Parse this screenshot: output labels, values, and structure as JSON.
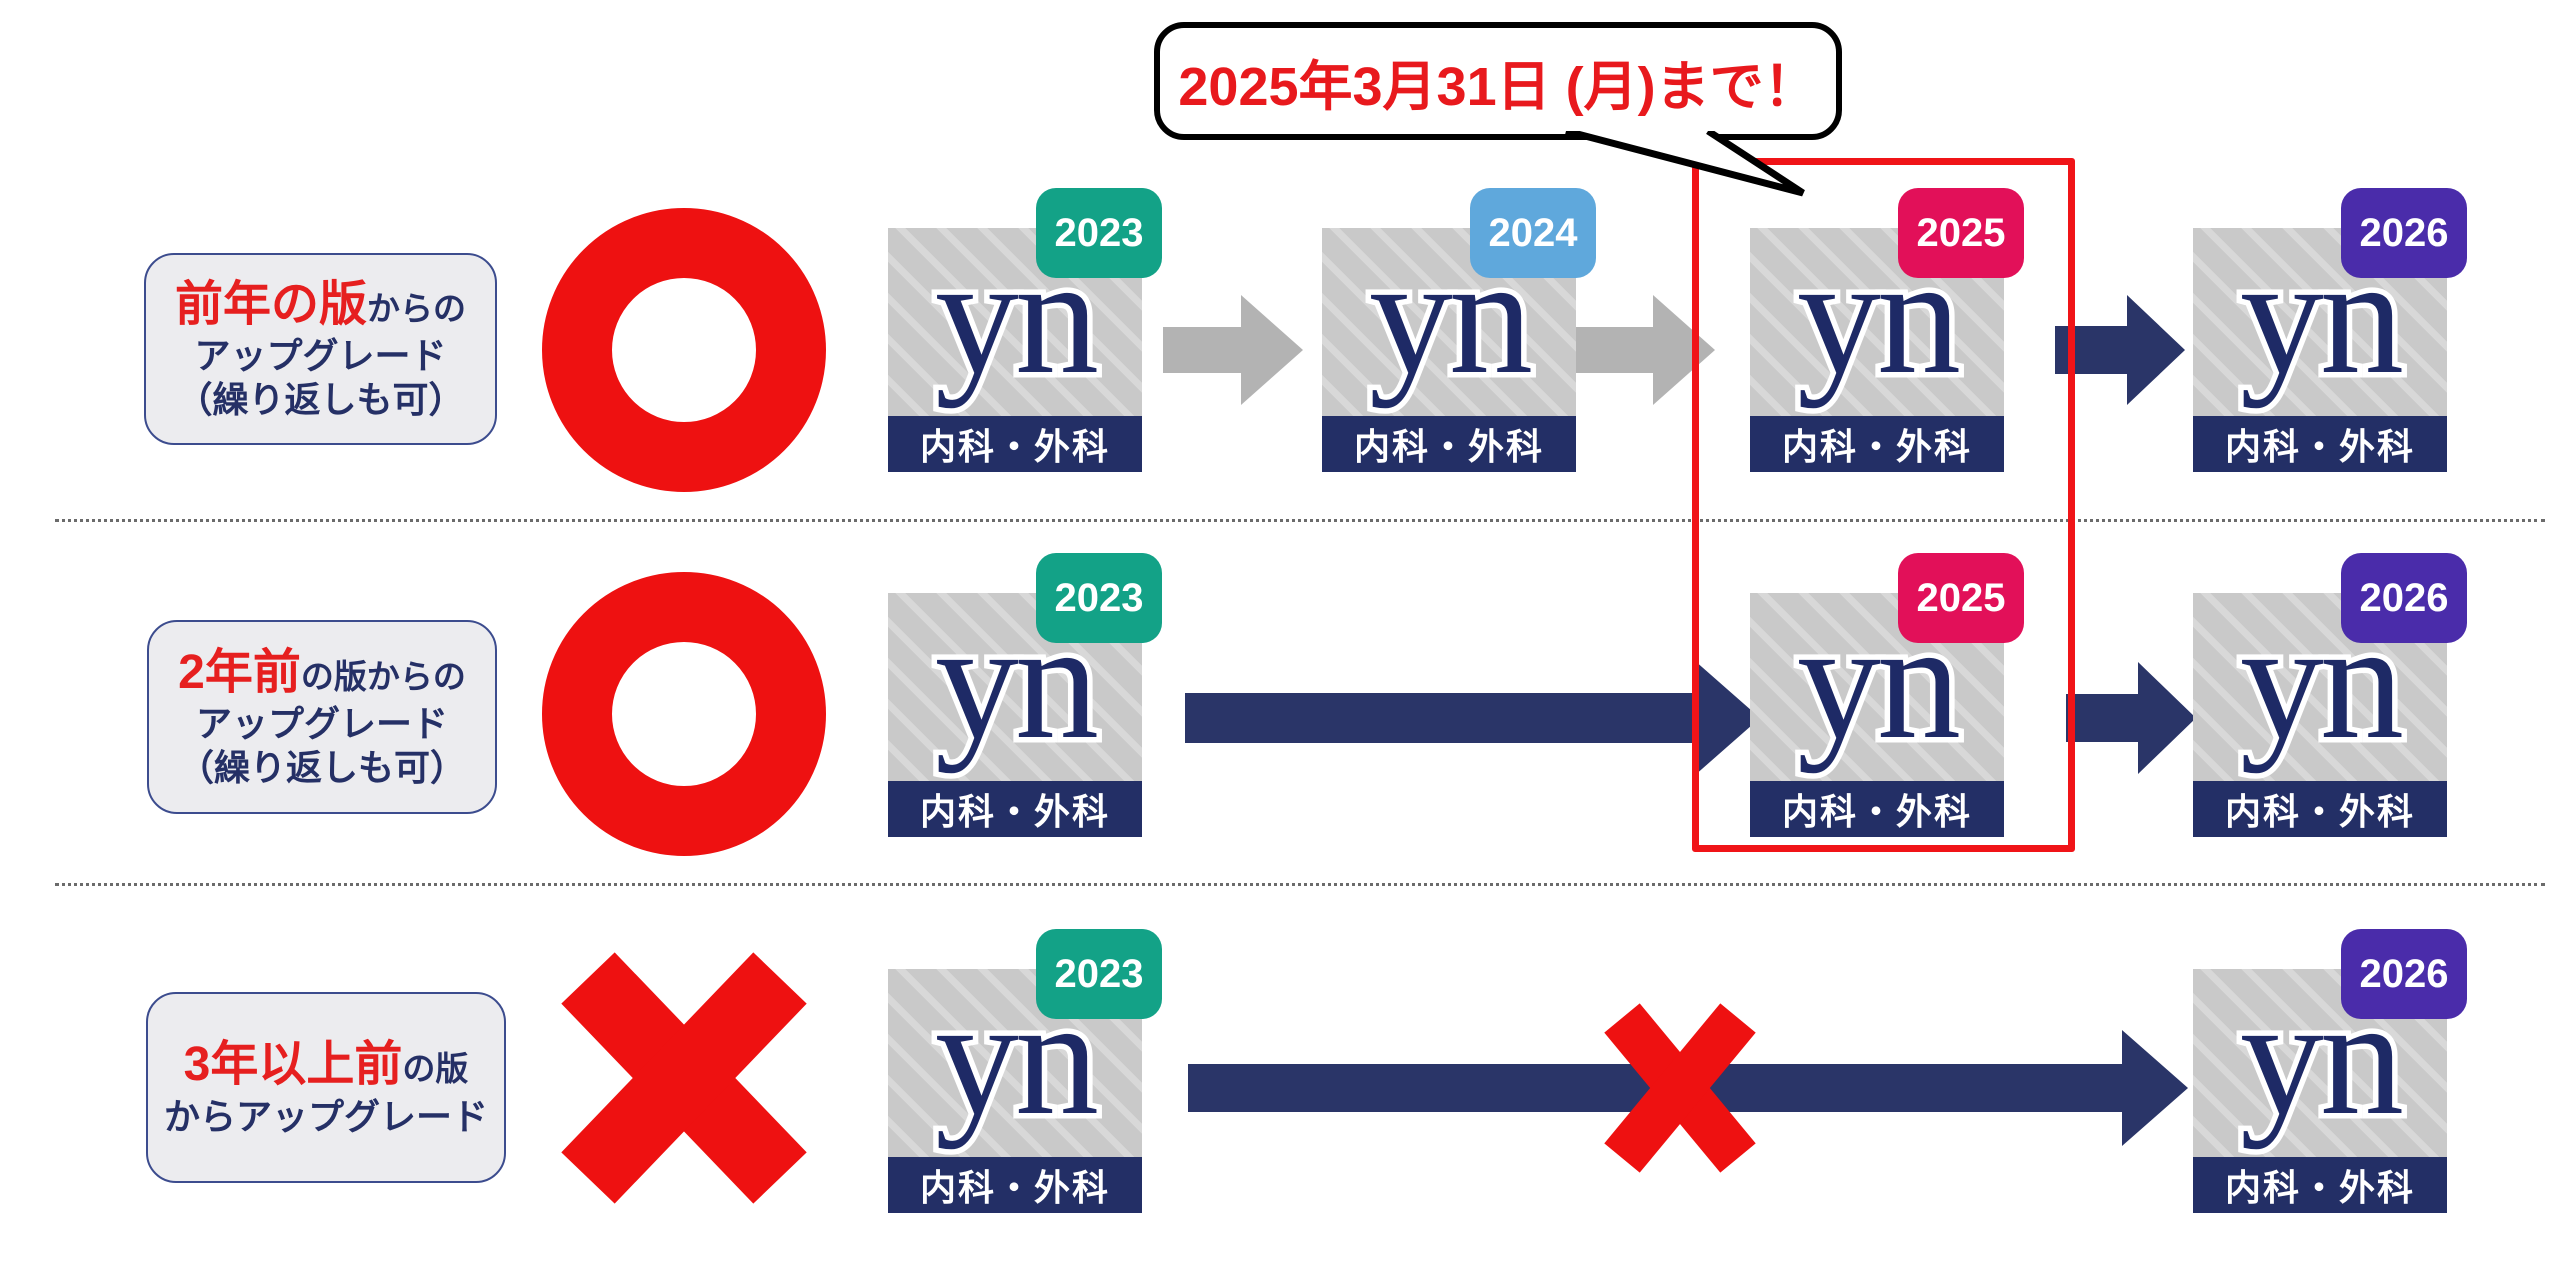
{
  "callout": {
    "text": "2025年3月31日 (月)まで！"
  },
  "product": {
    "logo": "yn",
    "subtitle": "内科・外科"
  },
  "colors": {
    "badge_2023": "#13a287",
    "badge_2024": "#5fa8dc",
    "badge_2025": "#e21059",
    "badge_2026": "#4a2caa",
    "navy": "#232f66",
    "arrow_navy": "#2a3568",
    "arrow_gray": "#b3b3b3",
    "mark_red": "#ee1111",
    "highlight_border": "#f01418",
    "label_red": "#e61f1f",
    "label_navy": "#253066"
  },
  "rows": [
    {
      "label_highlight": "前年の版",
      "label_rest": "からの",
      "label_line2": "アップグレード",
      "label_line3": "（繰り返しも可）",
      "verdict": "ok",
      "path_years": [
        "2023",
        "2024",
        "2025",
        "2026"
      ]
    },
    {
      "label_highlight": "2年前",
      "label_rest": "の版からの",
      "label_line2": "アップグレード",
      "label_line3": "（繰り返しも可）",
      "verdict": "ok",
      "path_years": [
        "2023",
        "2025",
        "2026"
      ]
    },
    {
      "label_highlight": "3年以上前",
      "label_rest": "の版",
      "label_line2": "からアップグレード",
      "verdict": "ng",
      "path_years": [
        "2023",
        "2026"
      ]
    }
  ],
  "boxes": [
    {
      "year": "2023",
      "badge_color": "#13a287"
    },
    {
      "year": "2024",
      "badge_color": "#5fa8dc"
    },
    {
      "year": "2025",
      "badge_color": "#e21059"
    },
    {
      "year": "2026",
      "badge_color": "#4a2caa"
    },
    {
      "year": "2023",
      "badge_color": "#13a287"
    },
    {
      "year": "2025",
      "badge_color": "#e21059"
    },
    {
      "year": "2026",
      "badge_color": "#4a2caa"
    },
    {
      "year": "2023",
      "badge_color": "#13a287"
    },
    {
      "year": "2026",
      "badge_color": "#4a2caa"
    }
  ]
}
